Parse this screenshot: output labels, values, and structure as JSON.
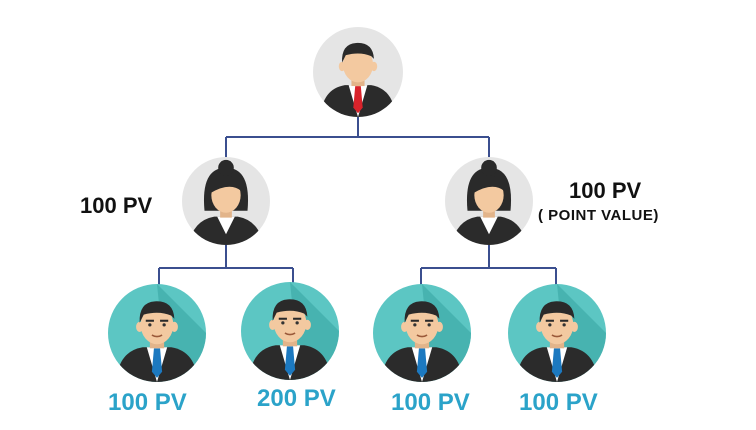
{
  "colors": {
    "connector": "#3b4f8f",
    "gray_circle": "#e5e5e5",
    "teal_circle": "#5cc6c3",
    "teal_shadow": "#3eaba8",
    "skin": "#f3c9a0",
    "suit": "#2b2b2b",
    "tie_red": "#d9232b",
    "tie_blue": "#1c79c0",
    "hair_dark": "#2a2a2a",
    "label_teal": "#2ba3c9"
  },
  "nodes": {
    "top": {
      "icon": "man-red-tie-icon"
    },
    "mid_left": {
      "icon": "woman-avatar-icon",
      "label": "100 PV"
    },
    "mid_right": {
      "icon": "woman-avatar-icon",
      "label": "100 PV",
      "sublabel": "( POINT VALUE)"
    },
    "bottom": [
      {
        "icon": "man-blue-tie-icon",
        "label": "100 PV"
      },
      {
        "icon": "man-blue-tie-icon",
        "label": "200 PV"
      },
      {
        "icon": "man-blue-tie-icon",
        "label": "100 PV"
      },
      {
        "icon": "man-blue-tie-icon",
        "label": "100 PV"
      }
    ]
  }
}
